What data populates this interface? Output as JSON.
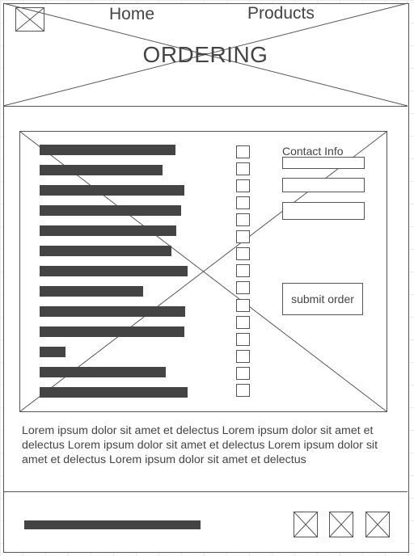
{
  "nav": {
    "home_label": "Home",
    "products_label": "Products"
  },
  "page": {
    "title": "ORDERING"
  },
  "order_panel": {
    "contact_label": "Contact Info",
    "submit_label": "submit order"
  },
  "body_text": "Lorem ipsum dolor sit amet et delectus Lorem ipsum dolor sit amet et delectus Lorem ipsum dolor sit amet et delectus Lorem ipsum dolor sit amet et delectus Lorem ipsum dolor sit amet et delectus",
  "colors": {
    "line": "#555555",
    "placeholder_bar": "#444444"
  }
}
